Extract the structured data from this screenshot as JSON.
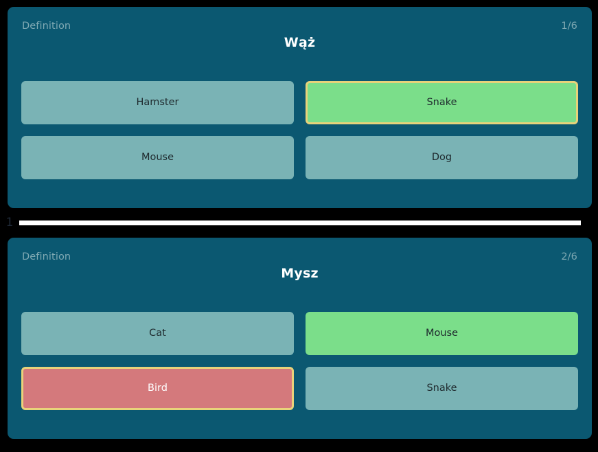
{
  "theme": {
    "page_background": "#000000",
    "card_background": "#0b5871",
    "neutral_option": "#7ab3b5",
    "correct_option": "#7bde8a",
    "incorrect_option": "#d4797c",
    "selected_border": "#e8d27a",
    "muted_text": "#7fa9b3",
    "title_text": "#ffffff",
    "separator_bar": "#ffffff",
    "separator_index_text": "#202a38"
  },
  "cards": [
    {
      "header_label": "Definition",
      "counter": "1/6",
      "title": "Wąż",
      "answers": [
        {
          "label": "Hamster",
          "state": "neutral",
          "selected": false
        },
        {
          "label": "Snake",
          "state": "correct",
          "selected": true
        },
        {
          "label": "Mouse",
          "state": "neutral",
          "selected": false
        },
        {
          "label": "Dog",
          "state": "neutral",
          "selected": false
        }
      ]
    },
    {
      "header_label": "Definition",
      "counter": "2/6",
      "title": "Mysz",
      "answers": [
        {
          "label": "Cat",
          "state": "neutral",
          "selected": false
        },
        {
          "label": "Mouse",
          "state": "correct",
          "selected": false
        },
        {
          "label": "Bird",
          "state": "incorrect",
          "selected": true
        },
        {
          "label": "Snake",
          "state": "neutral",
          "selected": false
        }
      ]
    }
  ],
  "separator": {
    "index": "1"
  }
}
